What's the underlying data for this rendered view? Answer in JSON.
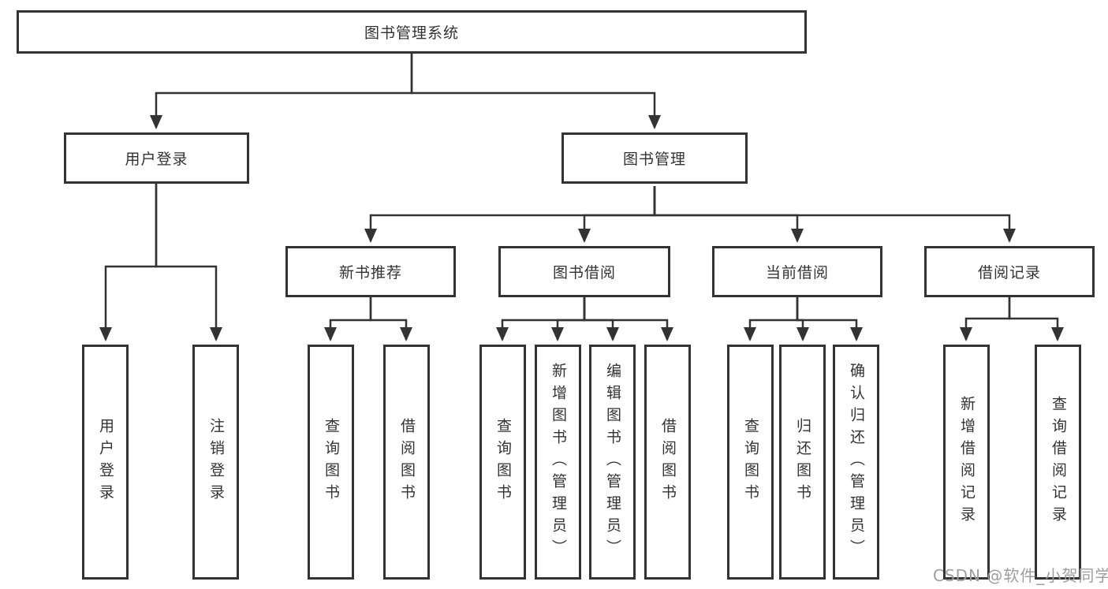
{
  "diagram": {
    "title": "图书管理系统",
    "tree": {
      "root": "图书管理系统",
      "children": [
        {
          "label": "用户登录",
          "leaves": [
            "用户登录",
            "注销登录"
          ]
        },
        {
          "label": "图书管理",
          "children": [
            {
              "label": "新书推荐",
              "leaves": [
                "查询图书",
                "借阅图书"
              ]
            },
            {
              "label": "图书借阅",
              "leaves": [
                "查询图书",
                "新增图书（管理员）",
                "编辑图书（管理员）",
                "借阅图书"
              ]
            },
            {
              "label": "当前借阅",
              "leaves": [
                "查询图书",
                "归还图书",
                "确认归还（管理员）"
              ]
            },
            {
              "label": "借阅记录",
              "leaves": [
                "新增借阅记录",
                "查询借阅记录"
              ]
            }
          ]
        }
      ]
    },
    "colors": {
      "line": "#333333",
      "box_border": "#333333",
      "text": "#333333",
      "background": "#ffffff",
      "watermark": "#9e9e9e"
    }
  },
  "watermark": {
    "text": "CSDN @软件_小贺同学"
  }
}
